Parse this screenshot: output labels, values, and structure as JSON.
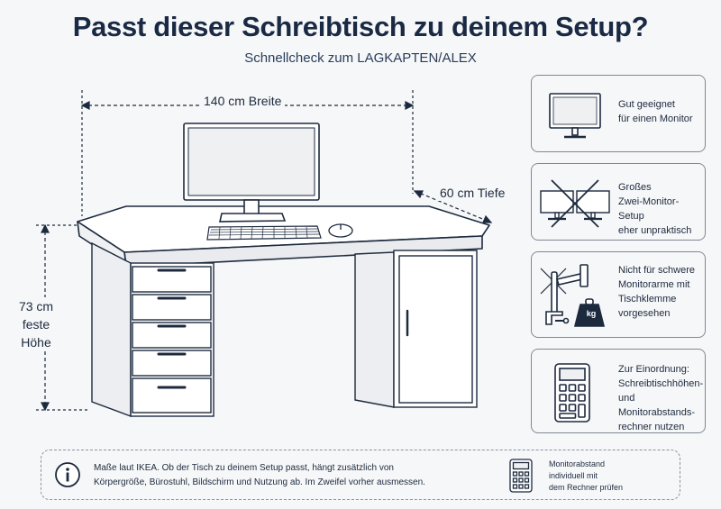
{
  "header": {
    "title": "Passt dieser Schreibtisch zu deinem Setup?",
    "subtitle": "Schnellcheck zum LAGKAPTEN/ALEX"
  },
  "dimensions": {
    "width_label": "140 cm Breite",
    "depth_label": "60 cm Tiefe",
    "height_lines": [
      "73 cm",
      "feste",
      "Höhe"
    ]
  },
  "cards": [
    {
      "icon": "monitor-icon",
      "lines": [
        "Gut geeignet",
        "für einen Monitor"
      ]
    },
    {
      "icon": "dual-monitor-crossed-icon",
      "lines": [
        "Großes",
        "Zwei-Monitor-Setup",
        "eher unpraktisch"
      ]
    },
    {
      "icon": "monitor-arm-weight-icon",
      "weight_badge": "kg",
      "lines": [
        "Nicht für schwere",
        "Monitorarme mit",
        "Tischklemme",
        "vorgesehen"
      ]
    },
    {
      "icon": "calculator-icon",
      "lines": [
        "Zur Einordnung:",
        "Schreibtischhöhen-",
        "und Monitorabstands-",
        "rechner nutzen"
      ]
    }
  ],
  "footer": {
    "icon": "info-icon",
    "note_lines": [
      "Maße laut IKEA. Ob der Tisch zu deinem Setup passt, hängt zusätzlich von",
      "Körpergröße, Bürostuhl, Bildschirm und Nutzung ab. Im Zweifel vorher ausmessen."
    ],
    "cta_icon": "calculator-icon",
    "cta_lines": [
      "Monitorabstand",
      "individuell mit",
      "dem Rechner prüfen"
    ]
  },
  "colors": {
    "ink": "#1d2a3e",
    "title": "#1a2a44",
    "background": "#f6f7f8"
  }
}
